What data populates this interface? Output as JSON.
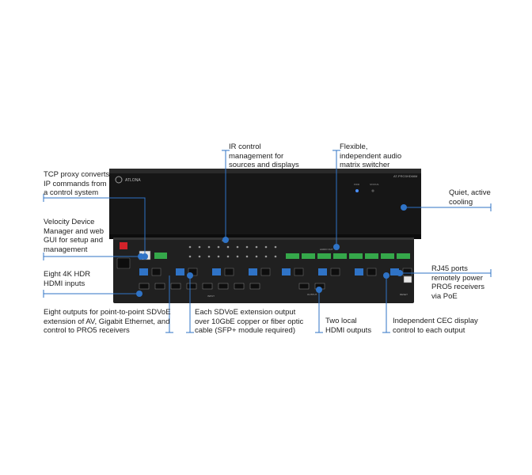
{
  "device": {
    "brand": "ATLONA",
    "model": "AT-PRO3HD66M",
    "front_led_labels": [
      "PWR",
      "STATUS"
    ],
    "rear_section_labels": [
      "IR",
      "AUDIO OUT",
      "INPUT",
      "OUTPUT",
      "RESET"
    ]
  },
  "callouts": {
    "ir": "IR control\nmanagement for\nsources and displays",
    "audio": "Flexible,\nindependent audio\nmatrix switcher",
    "tcp": "TCP proxy converts\nIP commands from\na control system",
    "cooling": "Quiet, active\ncooling",
    "velocity": "Velocity Device\nManager and web\nGUI for setup and\nmanagement",
    "hdmi_inputs": "Eight 4K HDR\nHDMI inputs",
    "rj45": "RJ45 ports\nremotely power\nPRO5 receivers\nvia PoE",
    "sdvoe": "Eight outputs for point-to-point SDVoE\nextension of AV, Gigabit Ethernet, and\ncontrol to PRO5 receivers",
    "each_sdvoe": "Each SDVoE extension output\nover 10GbE copper or fiber optic\ncable (SFP+ module required)",
    "two_hdmi": "Two local\nHDMI outputs",
    "cec": "Independent CEC display\ncontrol to each output"
  },
  "colors": {
    "accent": "#2f73c6",
    "chassis": "#1a1a1a",
    "terminal": "#35a84a",
    "power_switch": "#d2232a"
  }
}
